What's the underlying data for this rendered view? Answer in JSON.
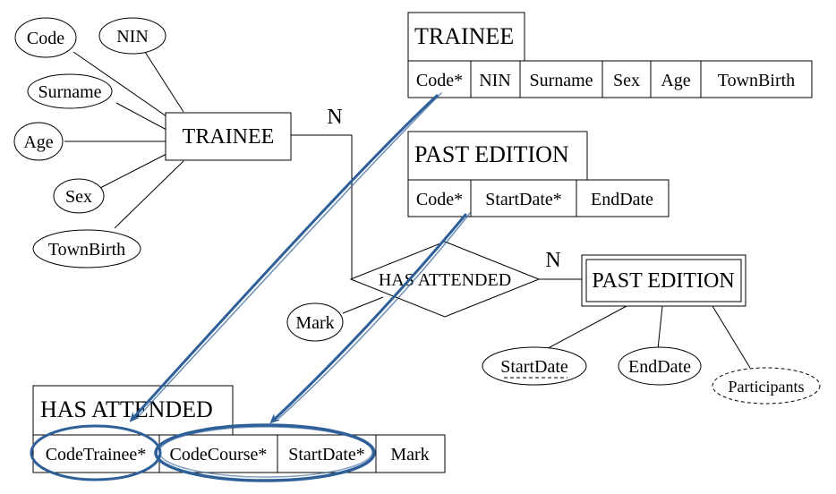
{
  "er_diagram": {
    "entity_trainee": "TRAINEE",
    "entity_past_edition": "PAST EDITION",
    "relationship": "HAS ATTENDED",
    "card_trainee_side": "N",
    "card_edition_side": "N",
    "trainee_attrs": [
      "Code",
      "NIN",
      "Surname",
      "Age",
      "Sex",
      "TownBirth"
    ],
    "relationship_attr": "Mark",
    "edition_attrs": [
      "StartDate",
      "EndDate",
      "Participants"
    ]
  },
  "tables": {
    "trainee": {
      "title": "TRAINEE",
      "columns": [
        "Code*",
        "NIN",
        "Surname",
        "Sex",
        "Age",
        "TownBirth"
      ]
    },
    "past_edition": {
      "title": "PAST EDITION",
      "columns": [
        "Code*",
        "StartDate*",
        "EndDate"
      ]
    },
    "has_attended": {
      "title": "HAS ATTENDED",
      "columns": [
        "CodeTrainee*",
        "CodeCourse*",
        "StartDate*",
        "Mark"
      ]
    }
  },
  "colors": {
    "annotation": "#2e5f99",
    "line": "#000000"
  }
}
